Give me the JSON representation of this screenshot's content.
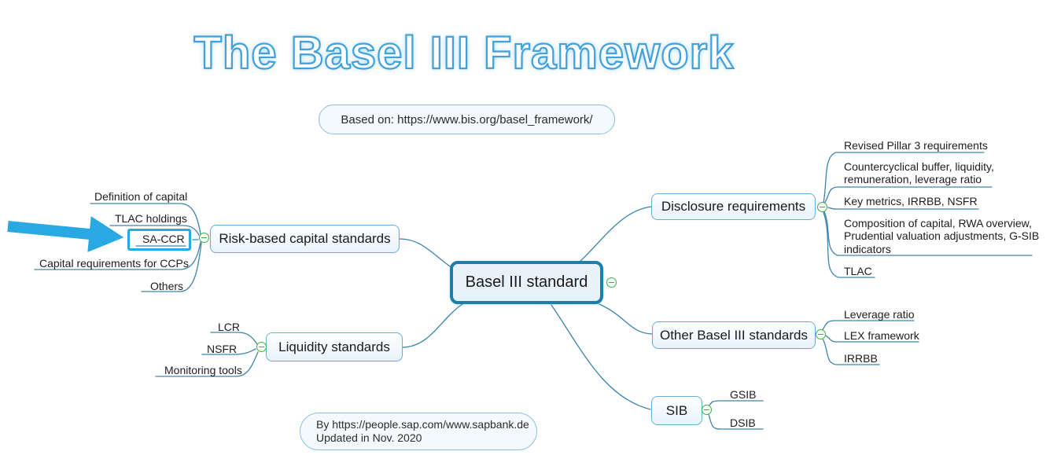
{
  "page": {
    "title_text": "The Basel III Framework"
  },
  "subtitle_bubble": {
    "text": "Based on: https://www.bis.org/basel_framework/"
  },
  "credit_bubble": {
    "line1": "By https://people.sap.com/www.sapbank.de",
    "line2": "Updated in Nov. 2020"
  },
  "root": {
    "label": "Basel III standard"
  },
  "branches": [
    {
      "label": "Risk-based capital standards",
      "children": [
        "Definition of capital",
        "TLAC holdings",
        "SA-CCR",
        "Capital requirements for CCPs",
        "Others"
      ],
      "highlighted_child": "SA-CCR"
    },
    {
      "label": "Liquidity standards",
      "children": [
        "LCR",
        "NSFR",
        "Monitoring tools"
      ]
    },
    {
      "label": "Disclosure requirements",
      "children": [
        "Revised Pillar 3 requirements",
        "Countercyclical buffer, liquidity,\nremuneration, leverage ratio",
        "Key metrics, IRRBB, NSFR",
        "Composition of capital, RWA overview,\nPrudential valuation adjustments, G-SIB\nindicators",
        "TLAC"
      ]
    },
    {
      "label": "Other Basel III standards",
      "children": [
        "Leverage ratio",
        "LEX framework",
        "IRRBB"
      ]
    },
    {
      "label": "SIB",
      "children": [
        "GSIB",
        "DSIB"
      ]
    }
  ],
  "icons": {
    "collapse": "minus-circle",
    "pointer": "thick-right-arrow"
  },
  "colors": {
    "highlight": "#29a9e1",
    "branch_line": "#3d83aa",
    "node_border": "#66aed4",
    "root_border": "#1b7fa9",
    "collapse_green": "#3cae46",
    "title_blue": "#42a0da"
  }
}
